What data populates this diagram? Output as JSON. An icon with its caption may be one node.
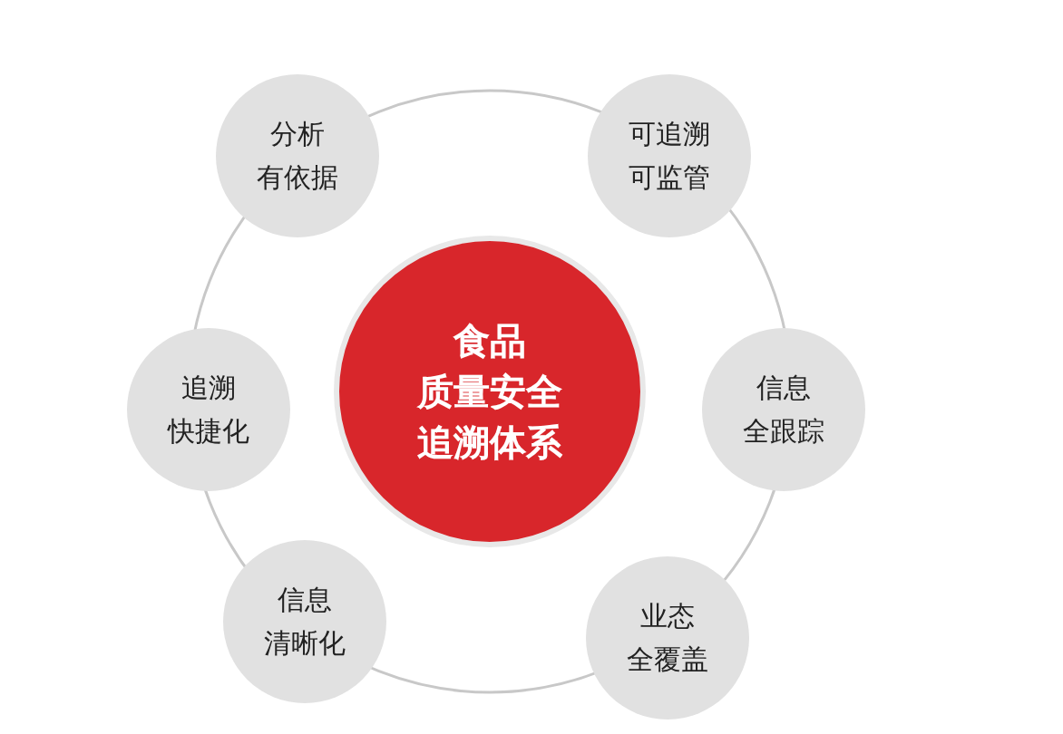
{
  "diagram": {
    "nodes": [
      {
        "text": [
          "食品",
          "质量安全",
          "追溯体系"
        ]
      },
      {
        "text": [
          "分析",
          "有依据"
        ]
      },
      {
        "text": [
          "可追溯",
          "可监管"
        ]
      },
      {
        "text": [
          "追溯",
          "快捷化"
        ]
      },
      {
        "text": [
          "信息",
          "全跟踪"
        ]
      },
      {
        "text": [
          "信息",
          "清晰化"
        ]
      },
      {
        "text": [
          "业态",
          "全覆盖"
        ]
      }
    ]
  }
}
